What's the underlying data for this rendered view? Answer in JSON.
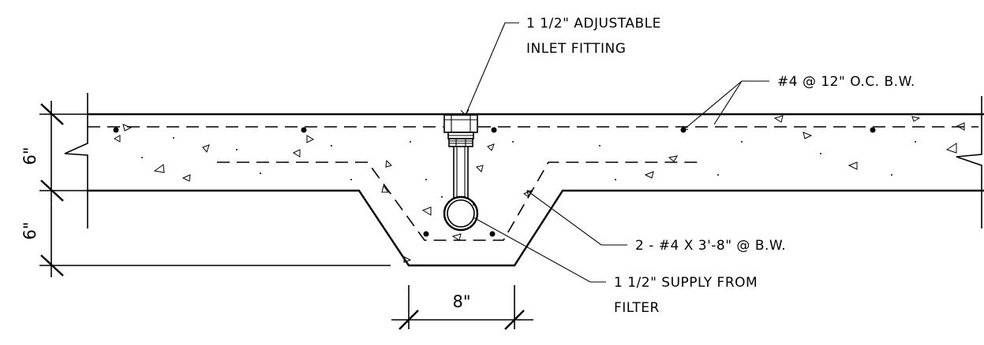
{
  "labels": {
    "inlet_line1": "1 1/2\" ADJUSTABLE",
    "inlet_line2": "INLET FITTING",
    "rebar_top": "#4 @ 12\" O.C. B.W.",
    "rebar_bent": "2 - #4 X 3'-8\" @ B.W.",
    "supply_line1": "1 1/2\" SUPPLY FROM",
    "supply_line2": "FILTER"
  },
  "dimensions": {
    "slab_thickness": "6\"",
    "subbase_thickness": "6\"",
    "trench_width": "8\""
  }
}
